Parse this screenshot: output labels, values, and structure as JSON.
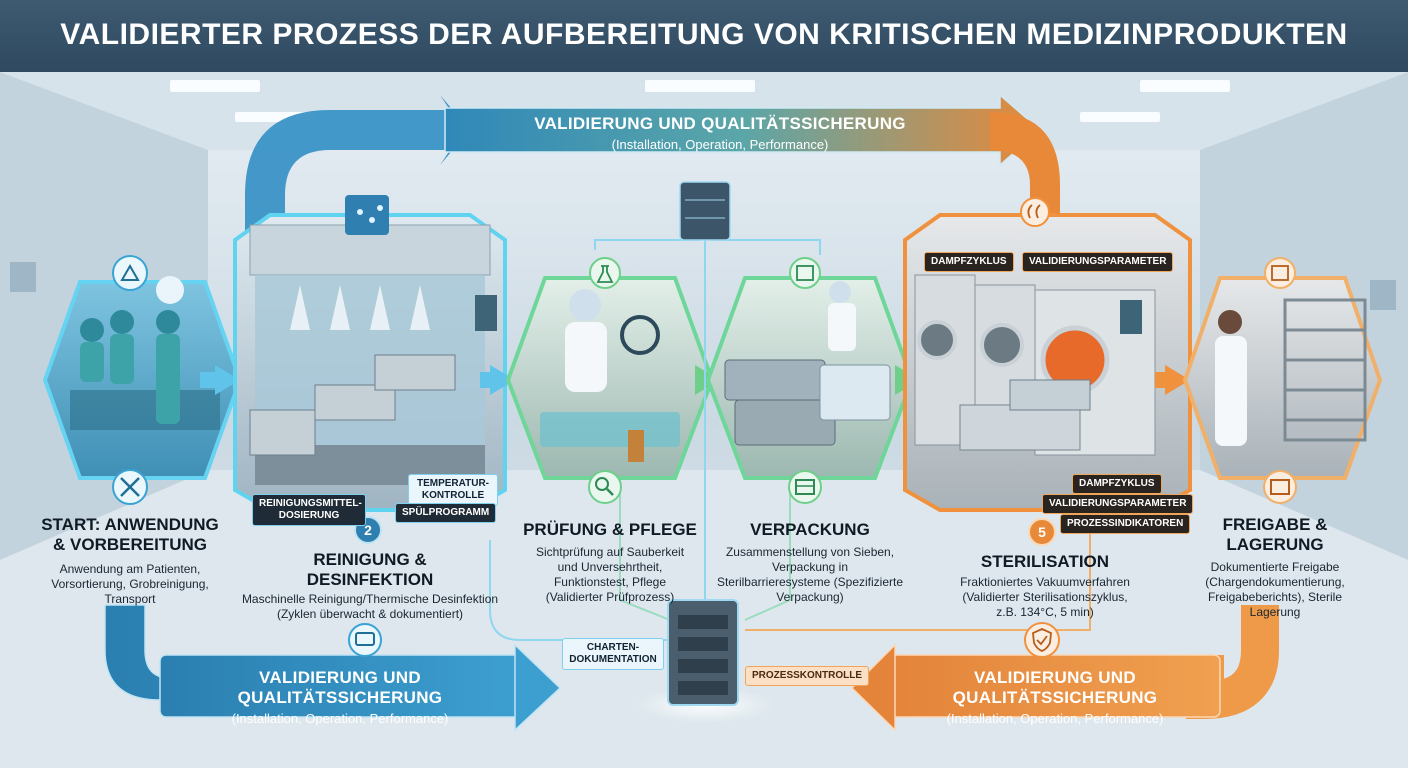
{
  "title": "VALIDIERTER PROZESS DER AUFBEREITUNG VON KRITISCHEN MEDIZINPRODUKTEN",
  "validation_band": {
    "label": "VALIDIERUNG UND QUALITÄTSSICHERUNG",
    "sub": "(Installation, Operation, Performance)"
  },
  "stages": [
    {
      "title": "START: ANWENDUNG & VORBEREITUNG",
      "desc": "Anwendung am Patienten, Vorsortierung, Grobreinigung, Transport"
    },
    {
      "number": "2",
      "title": "REINIGUNG & DESINFEKTION",
      "desc": "Maschinelle Reinigung/Thermische Desinfektion (Zyklen überwacht & dokumentiert)",
      "tags": [
        "REINIGUNGSMITTEL-DOSIERUNG",
        "TEMPERATUR-KONTROLLE",
        "SPÜLPROGRAMM"
      ]
    },
    {
      "title": "PRÜFUNG & PFLEGE",
      "desc": "Sichtprüfung auf Sauberkeit und Unversehrtheit, Funktionstest, Pflege (Validierter Prüfprozess)"
    },
    {
      "title": "VERPACKUNG",
      "desc": "Zusammenstellung von Sieben, Verpackung in Sterilbarrieresysteme (Spezifizierte Verpackung)"
    },
    {
      "number": "5",
      "title": "STERILISATION",
      "desc": "Fraktioniertes Vakuumverfahren (Validierter Sterilisationszyklus, z.B. 134°C, 5 min)",
      "tags_top": [
        "DAMPFZYKLUS",
        "VALIDIERUNGSPARAMETER"
      ],
      "tags": [
        "DAMPFZYKLUS",
        "VALIDIERUNGSPARAMETER",
        "PROZESSINDIKATOREN"
      ]
    },
    {
      "title": "FREIGABE & LAGERUNG",
      "desc": "Dokumentierte Freigabe (Chargendokumentierung, Freigabeberichts), Sterile Lagerung"
    }
  ],
  "center": {
    "doc_label": "CHARTEN-DOKUMENTATION",
    "control_label": "PROZESSKONTROLLE"
  },
  "colors": {
    "blue": "#3aa3d4",
    "cyan": "#5fd3ef",
    "green": "#6fcf8a",
    "orange": "#f0913e",
    "title_bg": "#34506a"
  },
  "icons": [
    "workflow-icon",
    "tools-icon",
    "water-spray-icon",
    "monitor-icon",
    "flask-icon",
    "magnifier-icon",
    "box-icon",
    "package-icon",
    "steam-icon",
    "shield-check-icon",
    "box-icon",
    "server-icon"
  ]
}
